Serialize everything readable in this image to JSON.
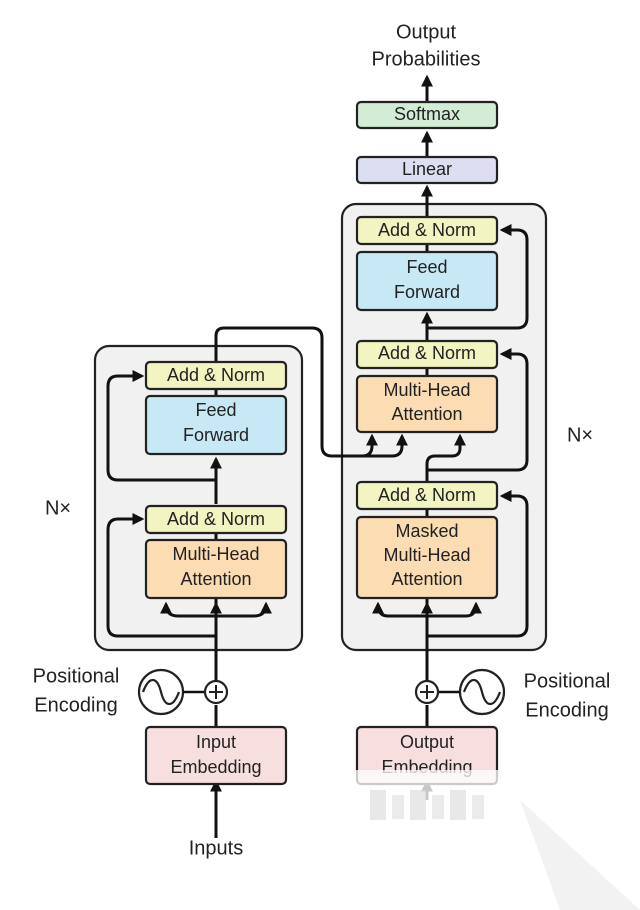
{
  "colors": {
    "add_norm": "#f2f4c1",
    "feed_forward": "#c7e8f5",
    "attention": "#fbdcb3",
    "embedding": "#f7dfe0",
    "linear": "#dcdff2",
    "softmax": "#d2ecd6",
    "frame": "#f1f1f1"
  },
  "encoder": {
    "repeat_label": "N×",
    "add_norm_top": "Add & Norm",
    "feed_forward": [
      "Feed",
      "Forward"
    ],
    "add_norm_bottom": "Add & Norm",
    "attention": [
      "Multi-Head",
      "Attention"
    ],
    "positional_encoding": [
      "Positional",
      "Encoding"
    ],
    "embedding": [
      "Input",
      "Embedding"
    ],
    "input_label": "Inputs"
  },
  "decoder": {
    "repeat_label": "N×",
    "add_norm_top": "Add & Norm",
    "feed_forward": [
      "Feed",
      "Forward"
    ],
    "add_norm_middle": "Add & Norm",
    "cross_attention": [
      "Multi-Head",
      "Attention"
    ],
    "add_norm_bottom": "Add & Norm",
    "masked_attention": [
      "Masked",
      "Multi-Head",
      "Attention"
    ],
    "positional_encoding": [
      "Positional",
      "Encoding"
    ],
    "embedding": [
      "Output",
      "Embedding"
    ]
  },
  "head": {
    "linear": "Linear",
    "softmax": "Softmax",
    "output_label": [
      "Output",
      "Probabilities"
    ]
  }
}
